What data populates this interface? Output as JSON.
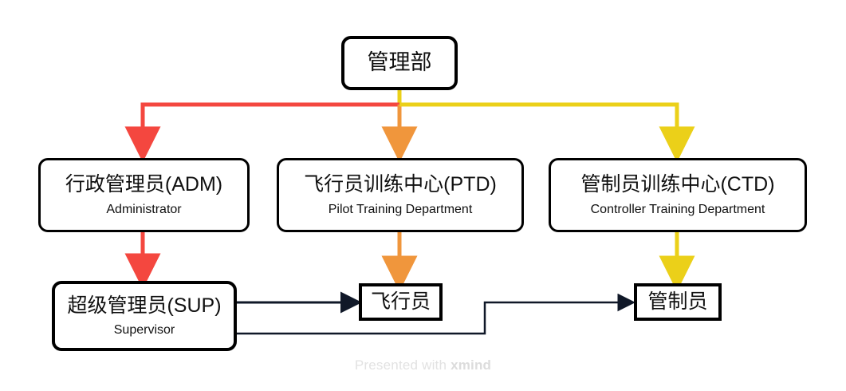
{
  "diagram": {
    "title_node": {
      "cn": "管理部",
      "en": ""
    },
    "level2": [
      {
        "id": "adm",
        "cn": "行政管理员(ADM)",
        "en": "Administrator",
        "edge_color": "#f4473f"
      },
      {
        "id": "ptd",
        "cn": "飞行员训练中心(PTD)",
        "en": "Pilot Training Department",
        "edge_color": "#f0963c"
      },
      {
        "id": "ctd",
        "cn": "管制员训练中心(CTD)",
        "en": "Controller Training Department",
        "edge_color": "#ebd019"
      }
    ],
    "level3": [
      {
        "id": "sup",
        "cn": "超级管理员(SUP)",
        "en": "Supervisor"
      },
      {
        "id": "pilot",
        "cn": "飞行员",
        "en": ""
      },
      {
        "id": "ctrl",
        "cn": "管制员",
        "en": ""
      }
    ],
    "colors": {
      "red": "#f4473f",
      "orange": "#f0963c",
      "yellow": "#ebd019",
      "black": "#101828",
      "node_border": "#000000",
      "watermark": "#e2e2e2"
    }
  },
  "watermark": {
    "prefix": "Presented with ",
    "brand": "xmind"
  }
}
